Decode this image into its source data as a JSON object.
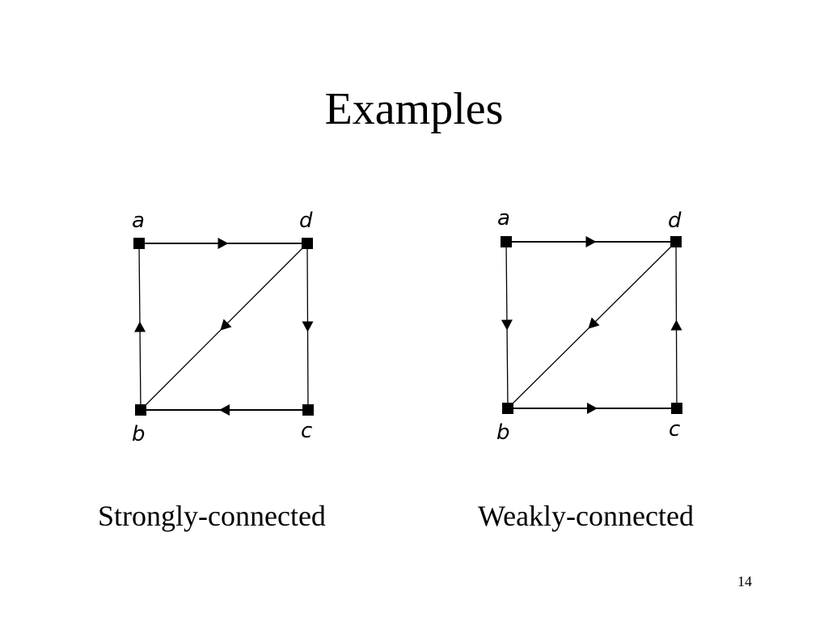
{
  "slide": {
    "title": "Examples",
    "page_number": "14"
  },
  "diagrams": [
    {
      "caption": "Strongly-connected",
      "nodes": [
        {
          "id": "a",
          "label": "a"
        },
        {
          "id": "b",
          "label": "b"
        },
        {
          "id": "c",
          "label": "c"
        },
        {
          "id": "d",
          "label": "d"
        }
      ],
      "edges": [
        {
          "from": "a",
          "to": "d"
        },
        {
          "from": "d",
          "to": "c"
        },
        {
          "from": "c",
          "to": "b"
        },
        {
          "from": "b",
          "to": "a"
        },
        {
          "from": "d",
          "to": "b"
        }
      ]
    },
    {
      "caption": "Weakly-connected",
      "nodes": [
        {
          "id": "a",
          "label": "a"
        },
        {
          "id": "b",
          "label": "b"
        },
        {
          "id": "c",
          "label": "c"
        },
        {
          "id": "d",
          "label": "d"
        }
      ],
      "edges": [
        {
          "from": "a",
          "to": "d"
        },
        {
          "from": "a",
          "to": "b"
        },
        {
          "from": "b",
          "to": "c"
        },
        {
          "from": "c",
          "to": "d"
        },
        {
          "from": "d",
          "to": "b"
        }
      ]
    }
  ]
}
